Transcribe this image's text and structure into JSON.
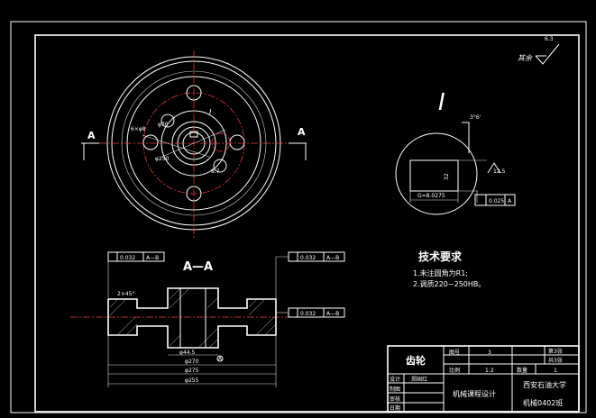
{
  "drawing": {
    "roughness_corner": {
      "value": "6.3",
      "label": "其余"
    },
    "main_view": {
      "dims": {
        "d_holes": "6×φ8",
        "d_hub": "φ70",
        "d_bolt": "φ250",
        "keyway": "8.7"
      },
      "section_letter": "A",
      "detail_mark": "I"
    },
    "detail": {
      "title": "I",
      "angle": "3°6'",
      "roughness": "12.5",
      "dim_width": "32",
      "dim_text": "G=8.0275",
      "tolerance_tag": "0.025",
      "datum": "A"
    },
    "section": {
      "title": "A—A",
      "chamfer": "2×45°",
      "tol_left": {
        "value": "0.032",
        "datum": "A—B"
      },
      "tol_right_top": {
        "value": "0.032",
        "datum": "A—B"
      },
      "tol_right_mid": {
        "value": "0.032",
        "datum": "A—B"
      },
      "dims": {
        "bore": "φ44.5",
        "d1": "φ270",
        "d2": "φ275",
        "d3": "φ255"
      },
      "datum": "A"
    },
    "tech_req": {
      "title": "技术要求",
      "items": [
        "1.未注圆角为R1;",
        "2.调质220~250HB。"
      ]
    },
    "title_block": {
      "part_name": "齿轮",
      "drawing_no_label": "图号",
      "drawing_no": "3",
      "sheet_label": "第3张",
      "sheets_label": "共3张",
      "scale_label": "比例",
      "scale": "1:2",
      "qty_label": "数量",
      "qty": "1",
      "design_label": "设计",
      "designer": "郑国红",
      "drawn_label": "制图",
      "check_label": "审核",
      "date_label": "日期",
      "project": "机械课程设计",
      "school": "西安石油大学",
      "class": "机械0402班"
    }
  }
}
